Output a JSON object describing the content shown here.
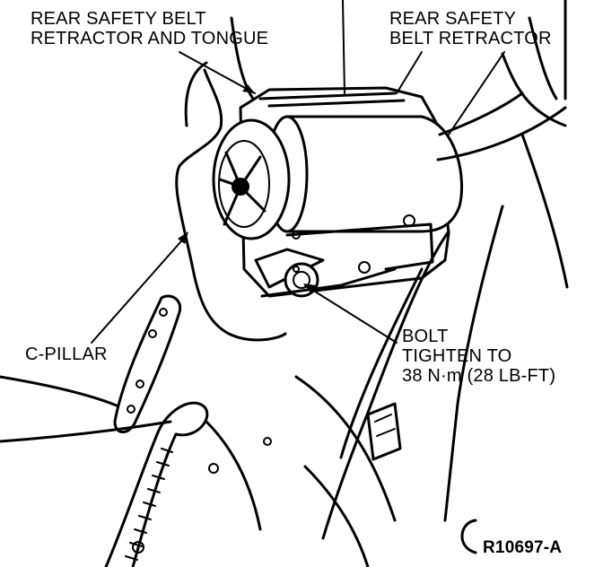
{
  "labels": {
    "retractor_and_tongue_line1": "REAR SAFETY BELT",
    "retractor_and_tongue_line2": "RETRACTOR AND TONGUE",
    "retractor_line1": "REAR SAFETY",
    "retractor_line2": "BELT RETRACTOR",
    "c_pillar": "C-PILLAR",
    "bolt_line1": "BOLT",
    "bolt_line2": "TIGHTEN TO",
    "bolt_line3": "38 N·m (28 LB-FT)",
    "figure_code": "R10697-A"
  }
}
